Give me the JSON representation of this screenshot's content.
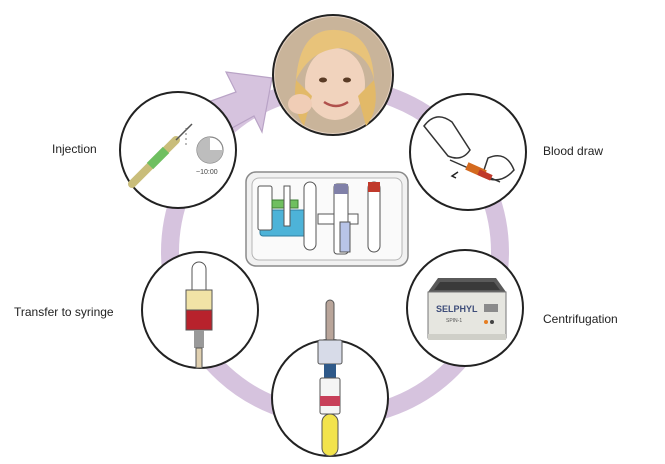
{
  "steps": {
    "injection": "Injection",
    "blood_draw": "Blood draw",
    "centrifugation": "Centrifugation",
    "transfer": "Transfer to syringe"
  },
  "timer": {
    "readout": "~10:00"
  },
  "centrifuge": {
    "brand": "SELPHYL",
    "model": "SPIN-1"
  },
  "colors": {
    "ring": "#d9c8e0",
    "ring_stroke": "#c7b2d1",
    "circle_stroke": "#222222",
    "tray_blue": "#4db3d8",
    "tube_red": "#c0392b",
    "plasma_yellow": "#f2e34c"
  }
}
